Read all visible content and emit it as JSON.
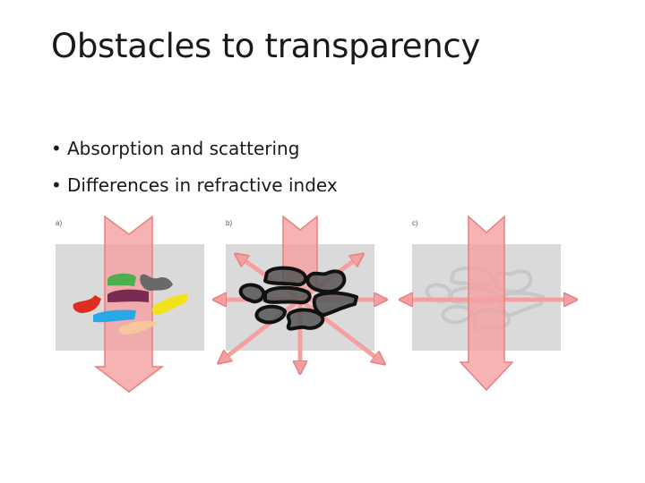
{
  "slide": {
    "title": "Obstacles to transparency",
    "bullets": [
      "Absorption and scattering",
      "Differences in refractive index"
    ]
  },
  "figure": {
    "panel_labels": [
      "a)",
      "b)",
      "c)"
    ],
    "colors": {
      "panel": "#dadada",
      "arrow_fill": "#f5a0a0",
      "arrow_stroke": "#e78080",
      "blob_dark": "#555555",
      "blob_outline_c": "#c8c8c8",
      "absorbers": [
        "#4caf50",
        "#696969",
        "#7b2b52",
        "#e02d22",
        "#f2e21c",
        "#28a8e6",
        "#f7c69a"
      ]
    }
  }
}
